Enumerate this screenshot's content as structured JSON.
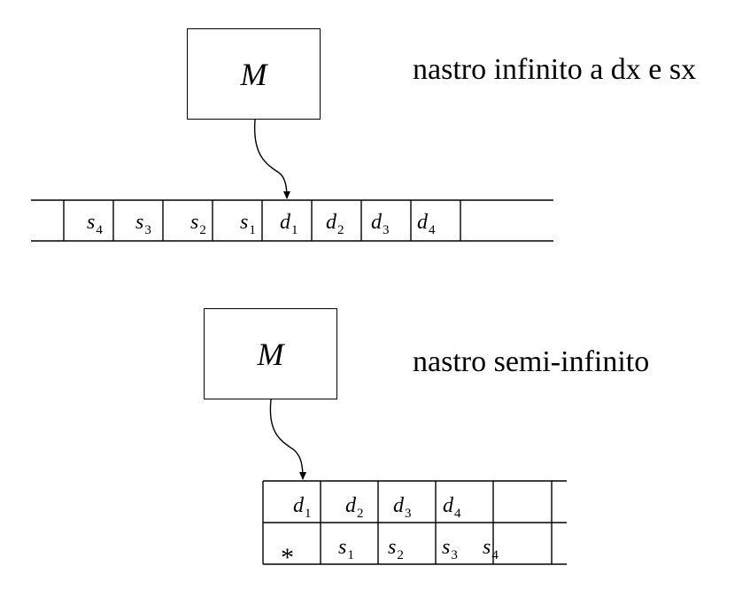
{
  "top": {
    "machine_label": "M",
    "caption": "nastro infinito a dx e sx",
    "cells": [
      {
        "letter": "s",
        "sub": "4"
      },
      {
        "letter": "s",
        "sub": "3"
      },
      {
        "letter": "s",
        "sub": "2"
      },
      {
        "letter": "s",
        "sub": "1"
      },
      {
        "letter": "d",
        "sub": "1"
      },
      {
        "letter": "d",
        "sub": "2"
      },
      {
        "letter": "d",
        "sub": "3"
      },
      {
        "letter": "d",
        "sub": "4"
      }
    ]
  },
  "bottom": {
    "machine_label": "M",
    "caption": "nastro semi-infinito",
    "upper_track": [
      {
        "letter": "d",
        "sub": "1"
      },
      {
        "letter": "d",
        "sub": "2"
      },
      {
        "letter": "d",
        "sub": "3"
      },
      {
        "letter": "d",
        "sub": "4"
      }
    ],
    "lower_track": [
      {
        "letter": "s",
        "sub": "1"
      },
      {
        "letter": "s",
        "sub": "2"
      },
      {
        "letter": "s",
        "sub": "3"
      },
      {
        "letter": "s",
        "sub": "4"
      }
    ],
    "start_marker": "*"
  }
}
